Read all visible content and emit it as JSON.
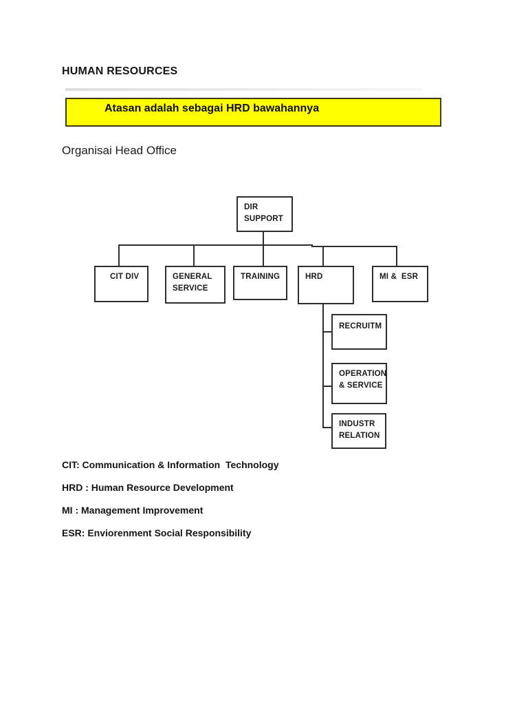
{
  "page": {
    "title": "HUMAN RESOURCES",
    "highlight_note": "Atasan adalah sebagai HRD bawahannya",
    "subtitle": "Organisai Head Office"
  },
  "org_chart": {
    "nodes": {
      "dir_support": {
        "lines": [
          "DIR",
          "SUPPORT"
        ]
      },
      "cit_div": {
        "lines": [
          "CIT DIV"
        ]
      },
      "general_service": {
        "lines": [
          "GENERAL",
          "SERVICE"
        ]
      },
      "training": {
        "lines": [
          "TRAINING"
        ]
      },
      "hrd": {
        "lines": [
          "HRD"
        ]
      },
      "mi_esr": {
        "lines": [
          "MI &  ESR"
        ]
      },
      "recruitm": {
        "lines": [
          "RECRUITM"
        ]
      },
      "operation_service": {
        "lines": [
          "OPERATION",
          "& SERVICE"
        ]
      },
      "industr_relation": {
        "lines": [
          "INDUSTR",
          "RELATION"
        ]
      }
    },
    "hierarchy": {
      "root": "DIR SUPPORT",
      "children_of_root": [
        "CIT DIV",
        "GENERAL SERVICE",
        "TRAINING",
        "HRD",
        "MI & ESR"
      ],
      "children_of_hrd": [
        "RECRUITM",
        "OPERATION & SERVICE",
        "INDUSTR RELATION"
      ]
    }
  },
  "legend": [
    "CIT: Communication & Information  Technology",
    "HRD : Human Resource Development",
    "MI : Management Improvement",
    "ESR: Enviorenment Social Responsibility"
  ],
  "colors": {
    "highlight_bg": "#ffff00",
    "highlight_border": "#3c3c10",
    "line": "#2e2e2e",
    "text": "#1c1c1c",
    "page_bg": "#ffffff"
  }
}
